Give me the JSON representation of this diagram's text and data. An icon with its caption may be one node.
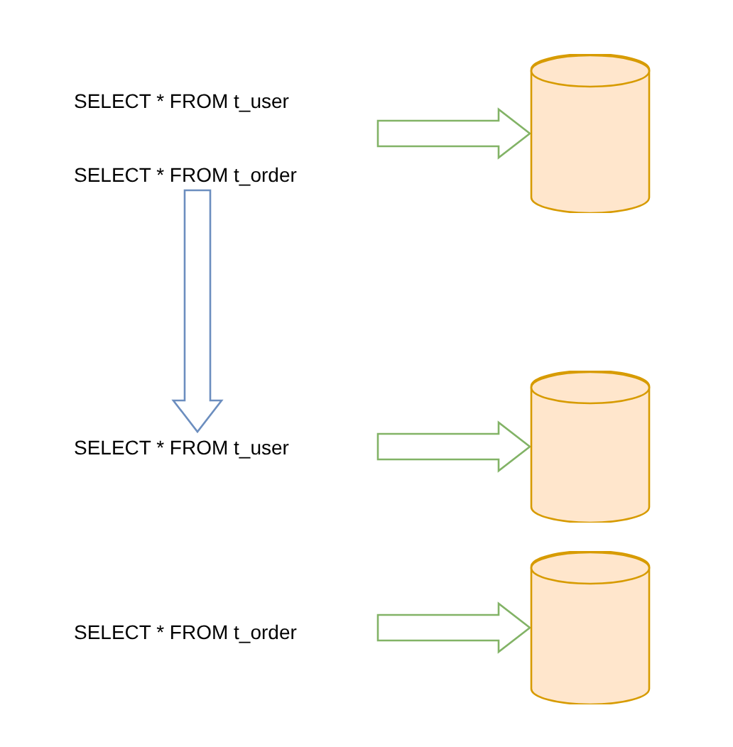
{
  "diagram": {
    "nodes": [
      {
        "text": [
          "SELECT * FROM t_user",
          "SELECT * FROM t_order"
        ]
      },
      {
        "text": [],
        "shape": "cylinder"
      },
      {
        "text": [
          "SELECT * FROM t_user"
        ]
      },
      {
        "text": [],
        "shape": "cylinder"
      },
      {
        "text": [
          "SELECT * FROM t_order"
        ]
      },
      {
        "text": [],
        "shape": "cylinder"
      }
    ],
    "edges": [
      {
        "from": 0,
        "to": 1,
        "arrow": "to"
      },
      {
        "from": 0,
        "to": 2,
        "arrow": "to",
        "color": "#6c8ebf"
      },
      {
        "from": 2,
        "to": 3,
        "arrow": "to"
      },
      {
        "from": 4,
        "to": 5,
        "arrow": "to"
      }
    ]
  }
}
